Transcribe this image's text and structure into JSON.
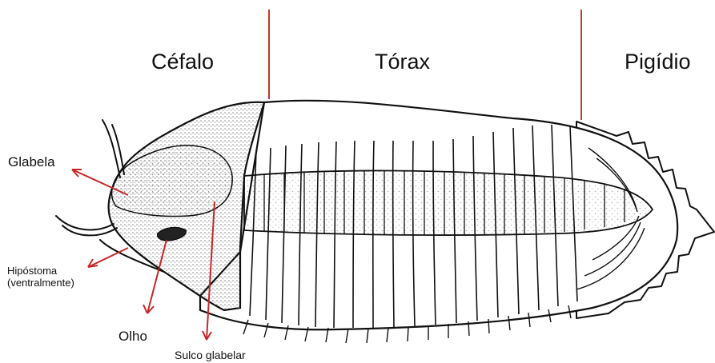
{
  "colors": {
    "background": "#ffffff",
    "outline": "#111111",
    "pointer": "#c62828",
    "divider": "#c0392b"
  },
  "regions": {
    "cephalon": "Céfalo",
    "thorax": "Tórax",
    "pygidium": "Pigídio"
  },
  "labels": {
    "glabella": "Glabela",
    "hypostome_line1": "Hipóstoma",
    "hypostome_line2": "(ventralmente)",
    "eye": "Olho",
    "glabellar_furrow": "Sulco glabelar"
  }
}
